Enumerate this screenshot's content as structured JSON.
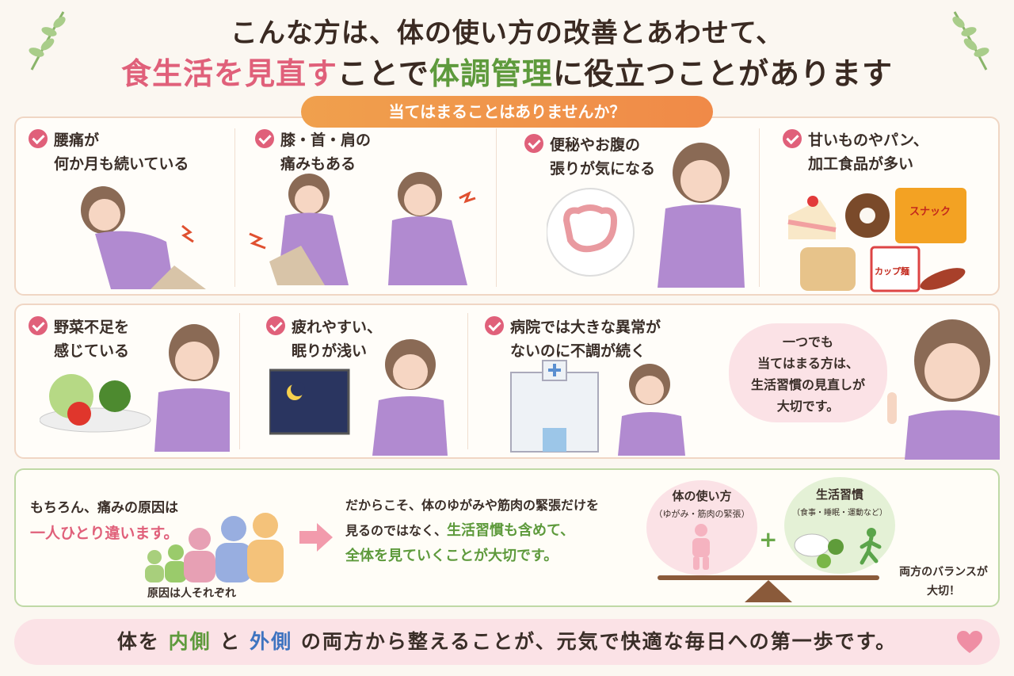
{
  "header": {
    "line1": "こんな方は、体の使い方の改善とあわせて、",
    "line2_part1": "食生活を見直す",
    "line2_part2": "ことで",
    "line2_part3": "体調管理",
    "line2_part4": "に役立つことがあります"
  },
  "banner": "当てはまることはありませんか？",
  "checks": [
    {
      "line1": "腰痛が",
      "line2": "何か月も続いている"
    },
    {
      "line1": "膝・首・肩の",
      "line2": "痛みもある"
    },
    {
      "line1": "便秘やお腹の",
      "line2": "張りが気になる"
    },
    {
      "line1": "甘いものやパン、",
      "line2": "加工食品が多い"
    },
    {
      "line1": "野菜不足を",
      "line2": "感じている"
    },
    {
      "line1": "疲れやすい、",
      "line2": "眠りが浅い"
    },
    {
      "line1": "病院では大きな異常が",
      "line2": "ないのに不調が続く"
    }
  ],
  "labels": {
    "snack": "スナック",
    "cup_noodle": "カップ麺"
  },
  "bubble": {
    "line1": "一つでも",
    "line2": "当てはまる方は、",
    "line3": "生活習慣の見直しが",
    "line4": "大切です。"
  },
  "explain": {
    "left_line1": "もちろん、痛みの原因は",
    "left_line2": "一人ひとり違います。",
    "people_caption": "原因は人それぞれ",
    "mid_line1": "だからこそ、体のゆがみや筋肉の緊張だけを",
    "mid_line2a": "見るのではなく、",
    "mid_line2b": "生活習慣も含めて、",
    "mid_line3": "全体を見ていくことが大切です。",
    "body_title": "体の使い方",
    "body_sub": "（ゆがみ・筋肉の緊張）",
    "life_title": "生活習慣",
    "life_sub": "（食事・睡眠・運動など）",
    "plus": "+",
    "balance_line1": "両方のバランスが",
    "balance_line2": "大切！"
  },
  "footer": {
    "p1": "体を",
    "p2": "内側",
    "p3": "と",
    "p4": "外側",
    "p5": "の両方から整えることが、元気で快適な毎日への第一歩です。"
  },
  "colors": {
    "pink": "#e0607a",
    "green": "#5e9a3c",
    "blue": "#3f74c0",
    "orange": "#f08a48"
  }
}
